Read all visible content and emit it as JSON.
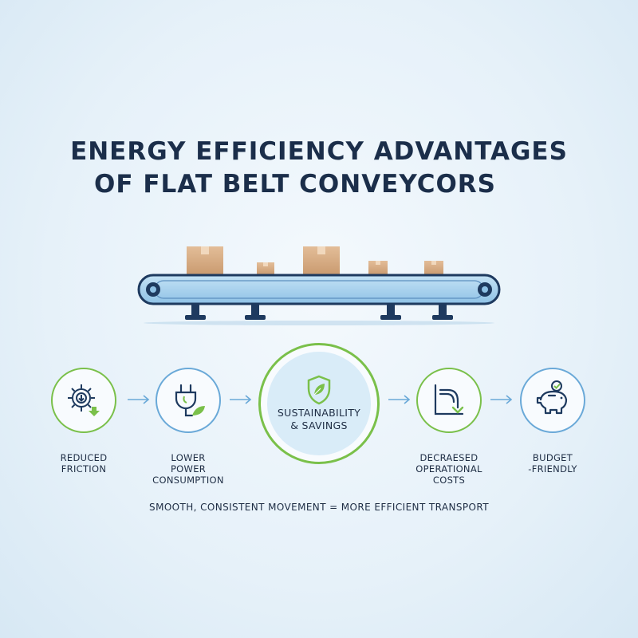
{
  "title": {
    "line1": "ENERGY EFFICIENCY ADVANTAGES",
    "line2": "OF FLAT BELT CONVEYCORS"
  },
  "items": [
    {
      "icon": "gear-down-arrow-icon",
      "label_lines": [
        "REDUCED",
        "FRICTION"
      ]
    },
    {
      "icon": "plug-leaf-icon",
      "label_lines": [
        "LOWER",
        "POWER",
        "CONSUMPTION"
      ]
    },
    {
      "icon": "shield-leaf-icon",
      "label_lines": [
        "SUSTAINABILITY",
        "& SAVINGS"
      ]
    },
    {
      "icon": "declining-curve-icon",
      "label_lines": [
        "DECRAESED",
        "OPERATIONAL",
        "COSTS"
      ]
    },
    {
      "icon": "piggy-bank-check-icon",
      "label_lines": [
        "BUDGET",
        "-FRIENDLY"
      ]
    }
  ],
  "footer": "SMOOTH, CONSISTENT MOVEMENT = MORE EFFICIENT TRANSPORT",
  "colors": {
    "title": "#1b2e4a",
    "accent_blue": "#6aa9d8",
    "accent_green": "#7ac04a",
    "belt": "#a9d2ee",
    "box": "#d9b08a"
  }
}
